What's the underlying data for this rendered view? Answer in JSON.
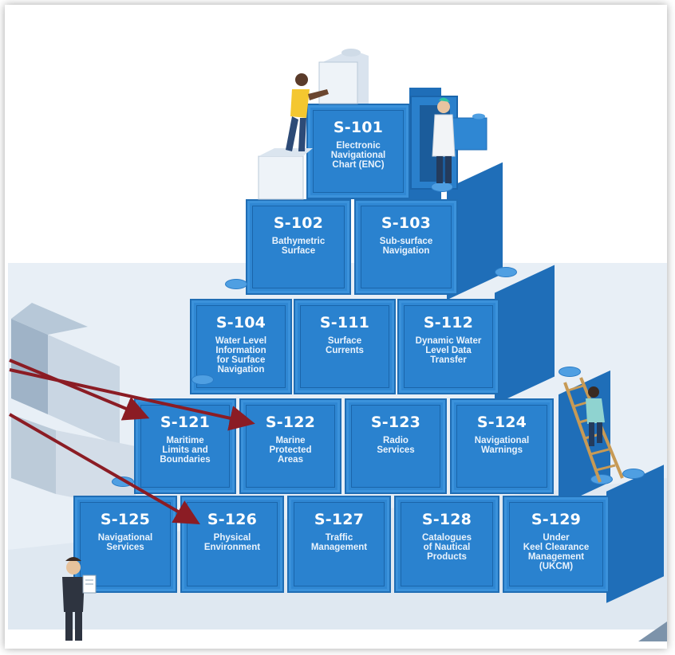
{
  "blocks": [
    {
      "code": "S-101",
      "desc": "Electronic\nNavigational\nChart (ENC)"
    },
    {
      "code": "S-102",
      "desc": "Bathymetric\nSurface"
    },
    {
      "code": "S-103",
      "desc": "Sub-surface\nNavigation"
    },
    {
      "code": "S-104",
      "desc": "Water Level\nInformation\nfor Surface\nNavigation"
    },
    {
      "code": "S-111",
      "desc": "Surface\nCurrents"
    },
    {
      "code": "S-112",
      "desc": "Dynamic Water\nLevel Data\nTransfer"
    },
    {
      "code": "S-121",
      "desc": "Maritime\nLimits and\nBoundaries"
    },
    {
      "code": "S-122",
      "desc": "Marine\nProtected\nAreas"
    },
    {
      "code": "S-123",
      "desc": "Radio\nServices"
    },
    {
      "code": "S-124",
      "desc": "Navigational\nWarnings"
    },
    {
      "code": "S-125",
      "desc": "Navigational\nServices"
    },
    {
      "code": "S-126",
      "desc": "Physical\nEnvironment"
    },
    {
      "code": "S-127",
      "desc": "Traffic\nManagement"
    },
    {
      "code": "S-128",
      "desc": "Catalogues\nof Nautical\nProducts"
    },
    {
      "code": "S-129",
      "desc": "Under\nKeel Clearance\nManagement\n(UKCM)"
    }
  ],
  "colors": {
    "block": "#2f87d3",
    "block_dark": "#1f6db4",
    "arrow": "#8b1c24",
    "background_light": "#e6eef6"
  }
}
